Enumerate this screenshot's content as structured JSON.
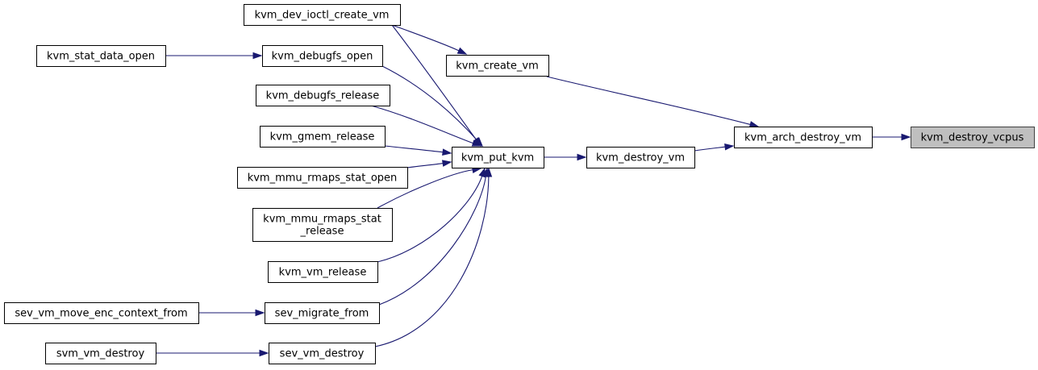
{
  "graph": {
    "title": "",
    "colors": {
      "edge": "#191970",
      "highlight_fill": "#bfbfbf",
      "node_fill": "#ffffff",
      "node_border": "#000000"
    },
    "nodes": {
      "kvm_destroy_vcpus": [
        "kvm_destroy_vcpus"
      ],
      "kvm_arch_destroy_vm": [
        "kvm_arch_destroy_vm"
      ],
      "kvm_create_vm": [
        "kvm_create_vm"
      ],
      "kvm_destroy_vm": [
        "kvm_destroy_vm"
      ],
      "kvm_put_kvm": [
        "kvm_put_kvm"
      ],
      "kvm_dev_ioctl_create_vm": [
        "kvm_dev_ioctl_create_vm"
      ],
      "kvm_debugfs_open": [
        "kvm_debugfs_open"
      ],
      "kvm_stat_data_open": [
        "kvm_stat_data_open"
      ],
      "kvm_debugfs_release": [
        "kvm_debugfs_release"
      ],
      "kvm_gmem_release": [
        "kvm_gmem_release"
      ],
      "kvm_mmu_rmaps_stat_open": [
        "kvm_mmu_rmaps_stat_open"
      ],
      "kvm_mmu_rmaps_stat_release": [
        "kvm_mmu_rmaps_stat",
        "_release"
      ],
      "kvm_vm_release": [
        "kvm_vm_release"
      ],
      "sev_migrate_from": [
        "sev_migrate_from"
      ],
      "sev_vm_move_enc_context_from": [
        "sev_vm_move_enc_context_from"
      ],
      "sev_vm_destroy": [
        "sev_vm_destroy"
      ],
      "svm_vm_destroy": [
        "svm_vm_destroy"
      ]
    },
    "highlighted": "kvm_destroy_vcpus",
    "edges": [
      [
        "kvm_arch_destroy_vm",
        "kvm_destroy_vcpus"
      ],
      [
        "kvm_create_vm",
        "kvm_arch_destroy_vm"
      ],
      [
        "kvm_destroy_vm",
        "kvm_arch_destroy_vm"
      ],
      [
        "kvm_dev_ioctl_create_vm",
        "kvm_create_vm"
      ],
      [
        "kvm_put_kvm",
        "kvm_destroy_vm"
      ],
      [
        "kvm_dev_ioctl_create_vm",
        "kvm_put_kvm"
      ],
      [
        "kvm_debugfs_open",
        "kvm_put_kvm"
      ],
      [
        "kvm_stat_data_open",
        "kvm_debugfs_open"
      ],
      [
        "kvm_debugfs_release",
        "kvm_put_kvm"
      ],
      [
        "kvm_gmem_release",
        "kvm_put_kvm"
      ],
      [
        "kvm_mmu_rmaps_stat_open",
        "kvm_put_kvm"
      ],
      [
        "kvm_mmu_rmaps_stat_release",
        "kvm_put_kvm"
      ],
      [
        "kvm_vm_release",
        "kvm_put_kvm"
      ],
      [
        "sev_migrate_from",
        "kvm_put_kvm"
      ],
      [
        "sev_vm_move_enc_context_from",
        "sev_migrate_from"
      ],
      [
        "sev_vm_destroy",
        "kvm_put_kvm"
      ],
      [
        "svm_vm_destroy",
        "sev_vm_destroy"
      ]
    ]
  }
}
